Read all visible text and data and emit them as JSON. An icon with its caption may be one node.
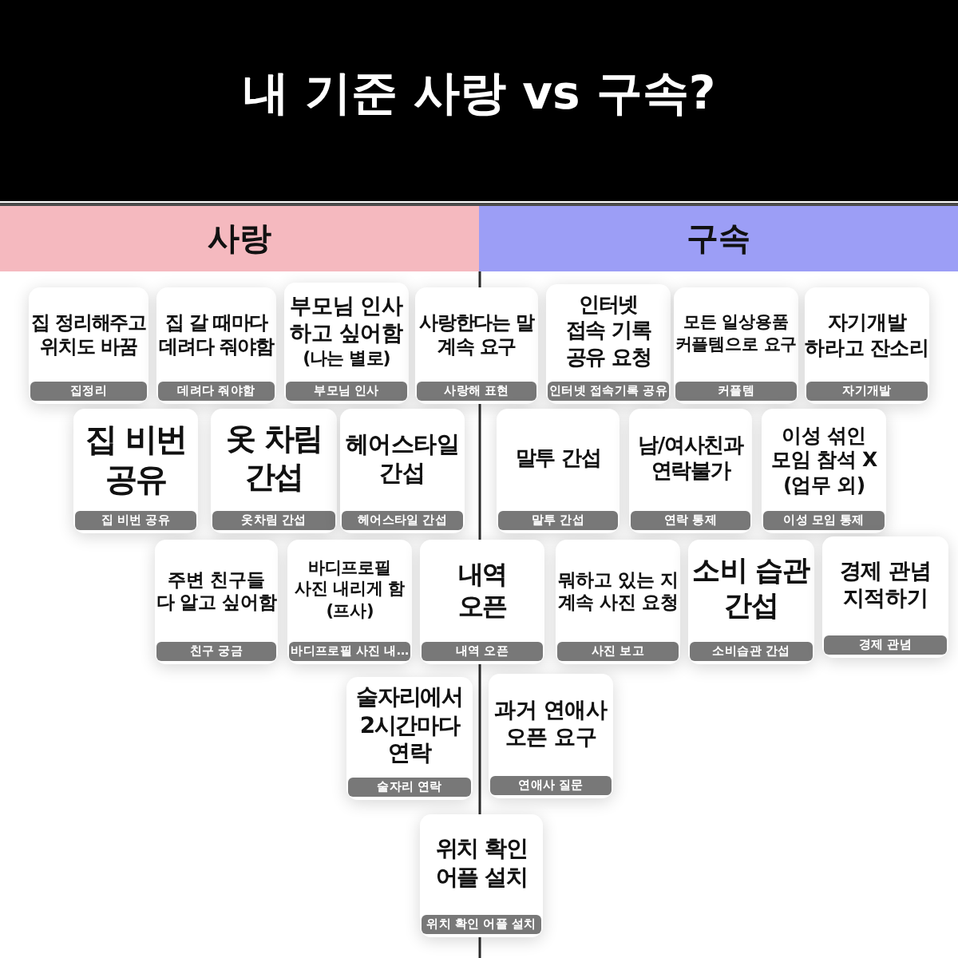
{
  "diagram": {
    "title": "내 기준 사랑 vs 구속?",
    "nodes": [
      {
        "text": [
          "사랑"
        ]
      },
      {
        "text": [
          "구속"
        ]
      },
      {
        "text": [
          "집 정리해주고 위치도 바꿈",
          "집정리"
        ]
      },
      {
        "text": [
          "집 갈 때마다 데려다 줘야함",
          "데려다 줘야함"
        ]
      },
      {
        "text": [
          "부모님 인사 하고 싶어함",
          "(나는 별로)",
          "부모님 인사"
        ]
      },
      {
        "text": [
          "사랑한다는 말 계속 요구",
          "사랑해 표현"
        ]
      },
      {
        "text": [
          "인터넷 접속 기록 공유 요청",
          "인터넷 접속기록 공유"
        ]
      },
      {
        "text": [
          "모든 일상용품 커플템으로 요구",
          "커플템"
        ]
      },
      {
        "text": [
          "자기개발 하라고 잔소리",
          "자기개발"
        ]
      },
      {
        "text": [
          "집 비번 공유",
          "집 비번 공유"
        ]
      },
      {
        "text": [
          "옷 차림 간섭",
          "옷차림 간섭"
        ]
      },
      {
        "text": [
          "헤어스타일 간섭",
          "헤어스타일 간섭"
        ]
      },
      {
        "text": [
          "말투 간섭",
          "말투 간섭"
        ]
      },
      {
        "text": [
          "남/여사친과 연락불가",
          "연락 통제"
        ]
      },
      {
        "text": [
          "이성 섞인 모임 참석 X (업무 외)",
          "이성 모임 통제"
        ]
      },
      {
        "text": [
          "주변 친구들 다 알고 싶어함",
          "친구 궁금"
        ]
      },
      {
        "text": [
          "바디프로필 사진 내리게 함 (프사)",
          "바디프로필 사진 내..."
        ]
      },
      {
        "text": [
          "내역 오픈",
          "내역 오픈"
        ]
      },
      {
        "text": [
          "뭐하고 있는 지 계속 사진 요청",
          "사진 보고"
        ]
      },
      {
        "text": [
          "소비 습관 간섭",
          "소비습관 간섭"
        ]
      },
      {
        "text": [
          "경제 관념 지적하기",
          "경제 관념"
        ]
      },
      {
        "text": [
          "술자리에서 2시간마다 연락",
          "술자리 연락"
        ]
      },
      {
        "text": [
          "과거 연애사 오픈 요구",
          "연애사 질문"
        ]
      },
      {
        "text": [
          "위치 확인 어플 설치",
          "위치 확인 어플 설치"
        ]
      }
    ],
    "edges": []
  }
}
